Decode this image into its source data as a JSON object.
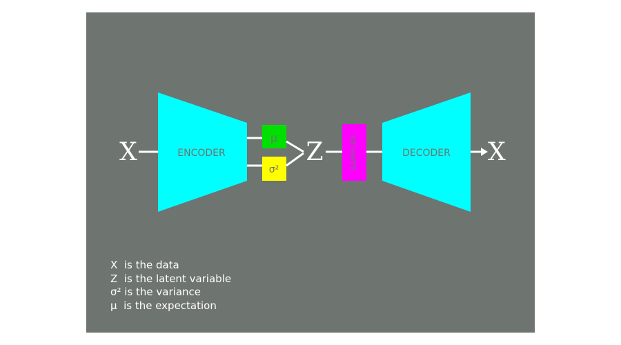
{
  "diagram": {
    "input_label": "X",
    "encoder_label": "ENCODER",
    "mu_label": "μ",
    "sigma_label": "σ²",
    "latent_label": "Z",
    "sampler_label": "SAMPLER",
    "decoder_label": "DECODER",
    "output_label": "X"
  },
  "legend": {
    "items": [
      "X  is the data",
      "Z  is the latent variable",
      "σ² is the variance",
      "μ  is the expectation"
    ]
  },
  "colors": {
    "background": "#6e7470",
    "encoder": "#00ffff",
    "decoder": "#00ffff",
    "mu_box": "#00e000",
    "sigma_box": "#ffff00",
    "sampler": "#ff00ff",
    "connector": "#ffffff"
  }
}
